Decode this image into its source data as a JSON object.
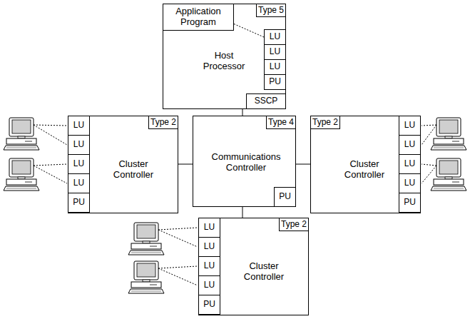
{
  "diagram": {
    "nodes": [
      {
        "text": [
          "Type 5",
          "Host Processor"
        ]
      },
      {
        "text": [
          "Application Program"
        ],
        "in": 0
      },
      {
        "text": [
          "LU"
        ],
        "in": 0
      },
      {
        "text": [
          "LU"
        ],
        "in": 0
      },
      {
        "text": [
          "LU"
        ],
        "in": 0
      },
      {
        "text": [
          "PU"
        ],
        "in": 0
      },
      {
        "text": [
          "SSCP"
        ],
        "in": 0
      },
      {
        "text": [
          "Type 2",
          "Cluster Controller"
        ]
      },
      {
        "text": [
          "LU"
        ],
        "in": 7
      },
      {
        "text": [
          "LU"
        ],
        "in": 7
      },
      {
        "text": [
          "LU"
        ],
        "in": 7
      },
      {
        "text": [
          "LU"
        ],
        "in": 7
      },
      {
        "text": [
          "PU"
        ],
        "in": 7
      },
      {
        "text": [
          "Type 4",
          "Communications Controller"
        ]
      },
      {
        "text": [
          "PU"
        ],
        "in": 13
      },
      {
        "text": [
          "Type 2",
          "Cluster Controller"
        ]
      },
      {
        "text": [
          "LU"
        ],
        "in": 15
      },
      {
        "text": [
          "LU"
        ],
        "in": 15
      },
      {
        "text": [
          "LU"
        ],
        "in": 15
      },
      {
        "text": [
          "LU"
        ],
        "in": 15
      },
      {
        "text": [
          "PU"
        ],
        "in": 15
      },
      {
        "text": [
          "Type 2",
          "Cluster Controller"
        ]
      },
      {
        "text": [
          "LU"
        ],
        "in": 21
      },
      {
        "text": [
          "LU"
        ],
        "in": 21
      },
      {
        "text": [
          "LU"
        ],
        "in": 21
      },
      {
        "text": [
          "LU"
        ],
        "in": 21
      },
      {
        "text": [
          "PU"
        ],
        "in": 21
      }
    ],
    "edges": [
      {
        "from": 1,
        "to": 2,
        "arrow": "none"
      },
      {
        "from": 0,
        "to": 13,
        "arrow": "none"
      },
      {
        "from": 7,
        "to": 13,
        "arrow": "none"
      },
      {
        "from": 13,
        "to": 15,
        "arrow": "none"
      },
      {
        "from": 13,
        "to": 21,
        "arrow": "none"
      }
    ]
  }
}
